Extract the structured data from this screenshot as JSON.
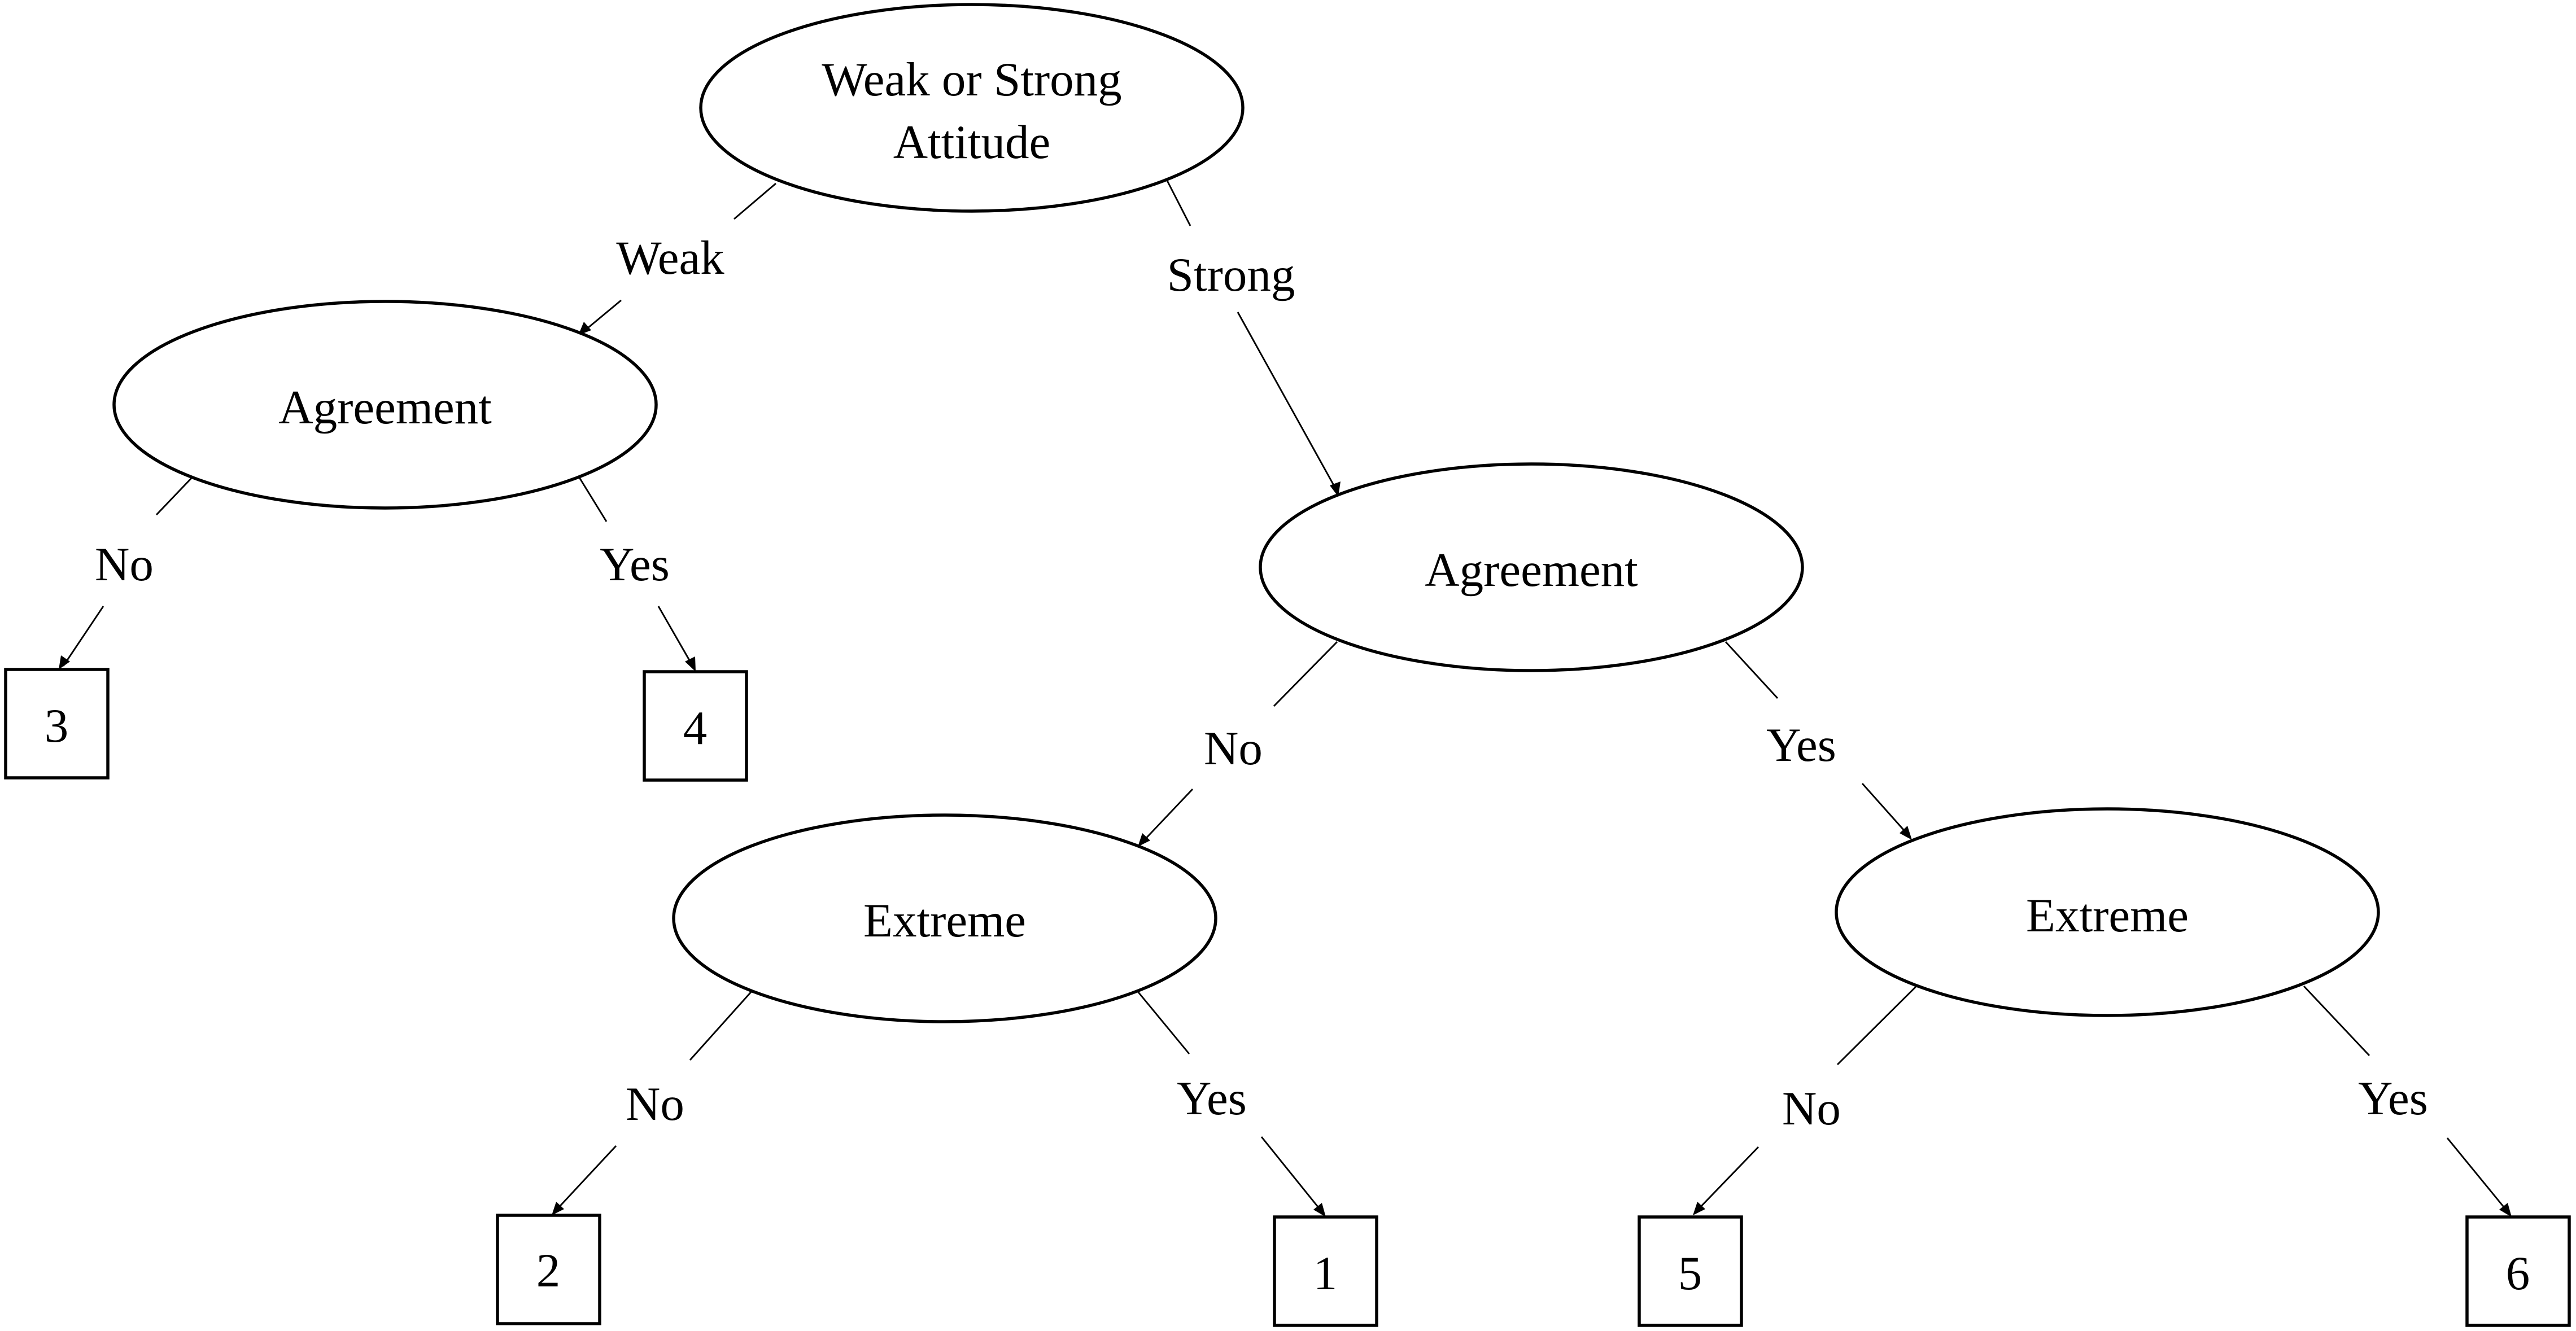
{
  "tree": {
    "root": {
      "label_line1": "Weak or Strong",
      "label_line2": "Attitude"
    },
    "weak_agreement": {
      "label": "Agreement"
    },
    "strong_agreement": {
      "label": "Agreement"
    },
    "strong_no_extreme": {
      "label": "Extreme"
    },
    "strong_yes_extreme": {
      "label": "Extreme"
    },
    "edges": {
      "root_weak": "Weak",
      "root_strong": "Strong",
      "weak_no": "No",
      "weak_yes": "Yes",
      "strong_no": "No",
      "strong_yes": "Yes",
      "ext1_no": "No",
      "ext1_yes": "Yes",
      "ext2_no": "No",
      "ext2_yes": "Yes"
    },
    "leaves": {
      "weak_no": "3",
      "weak_yes": "4",
      "ext1_no": "2",
      "ext1_yes": "1",
      "ext2_no": "5",
      "ext2_yes": "6"
    }
  }
}
